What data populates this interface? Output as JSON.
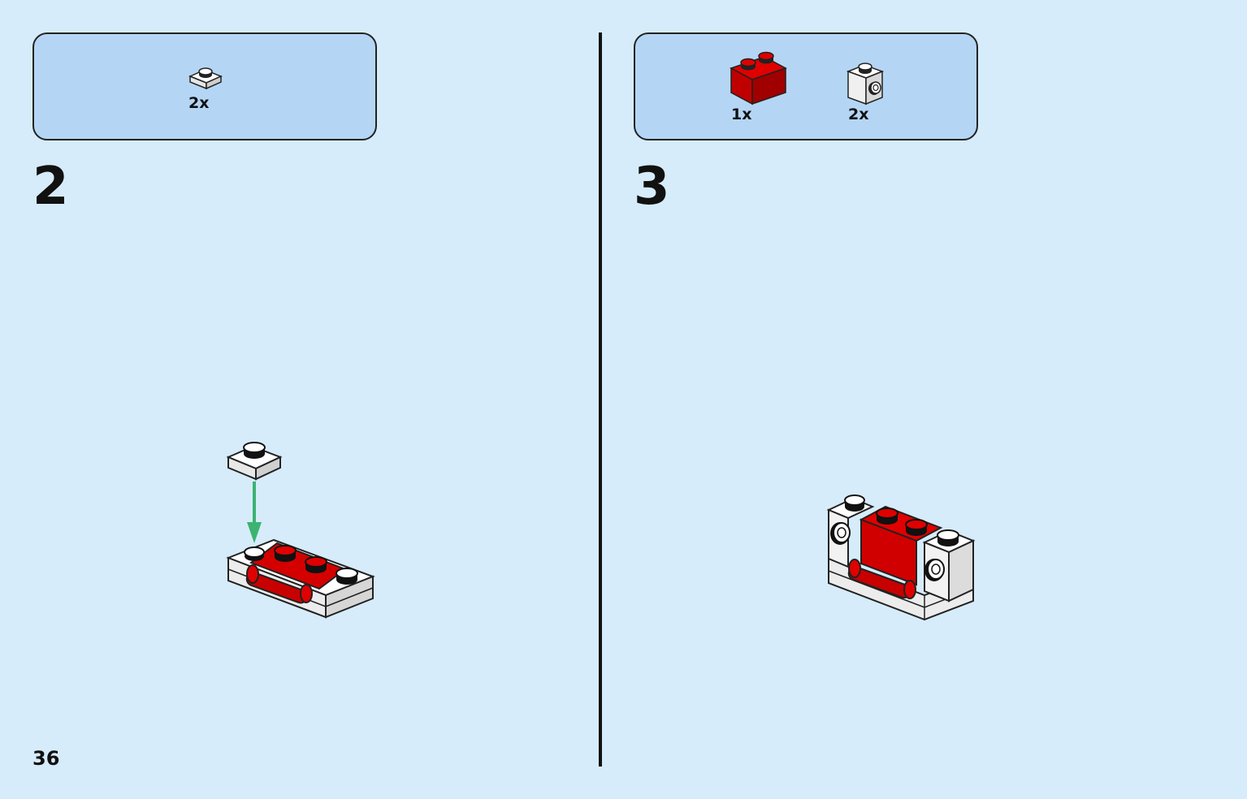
{
  "page": {
    "number": "36",
    "background_color": "#d6ecfa",
    "callout_color": "#b4d6f4"
  },
  "steps": [
    {
      "number": "2",
      "parts": [
        {
          "icon": "white-1x1-plate-icon",
          "quantity": "2x"
        }
      ],
      "illustration": "white-plate-onto-red-base-assembly",
      "arrow_color": "#3cb371"
    },
    {
      "number": "3",
      "parts": [
        {
          "icon": "red-1x2-brick-icon",
          "quantity": "1x"
        },
        {
          "icon": "white-1x1-brick-with-side-stud-icon",
          "quantity": "2x"
        }
      ],
      "illustration": "completed-red-white-sub-assembly"
    }
  ],
  "colors": {
    "brick_red": "#d40000",
    "brick_white": "#ffffff"
  }
}
